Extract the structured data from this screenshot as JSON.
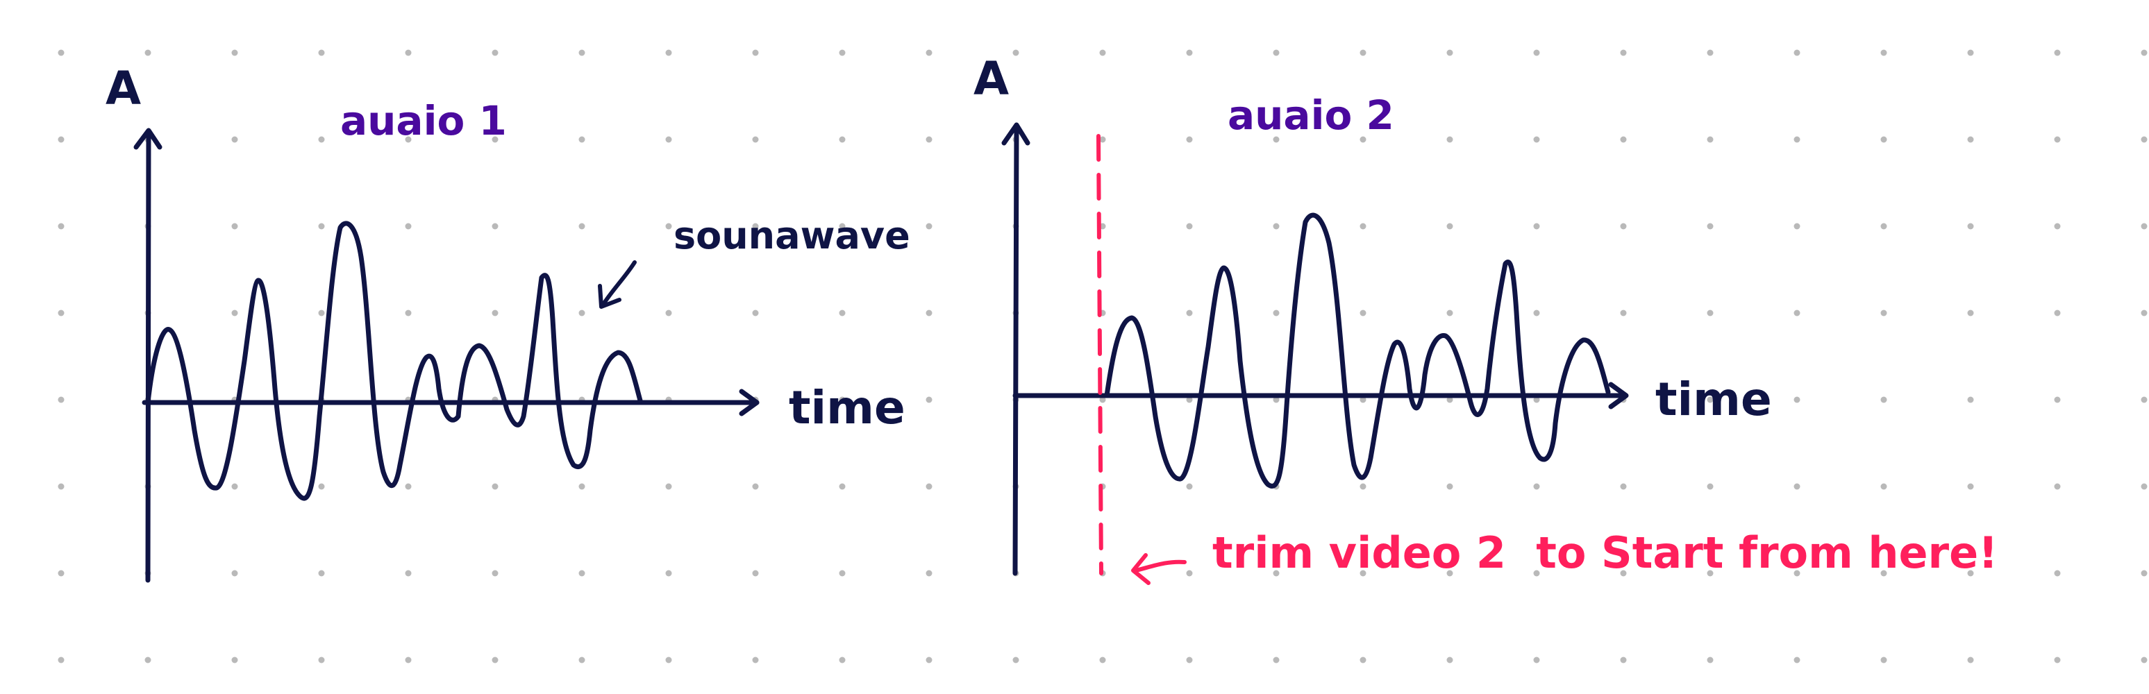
{
  "colors": {
    "ink": "#0f1445",
    "title": "#4a0a9e",
    "trim": "#ff1f5c",
    "grid_dot": "#b9b9b9",
    "background": "#ffffff"
  },
  "panel1": {
    "title": "auaio 1",
    "y_axis_label": "A",
    "x_axis_label": "time",
    "annotation": "sounawave"
  },
  "panel2": {
    "title": "auaio 2",
    "y_axis_label": "A",
    "x_axis_label": "time",
    "trim_note": "trim video 2  to Start from here!"
  },
  "icons": {
    "annotation_arrow": "curved-arrow-icon",
    "trim_arrow": "left-arrow-icon",
    "axis_arrow": "arrowhead-icon"
  }
}
